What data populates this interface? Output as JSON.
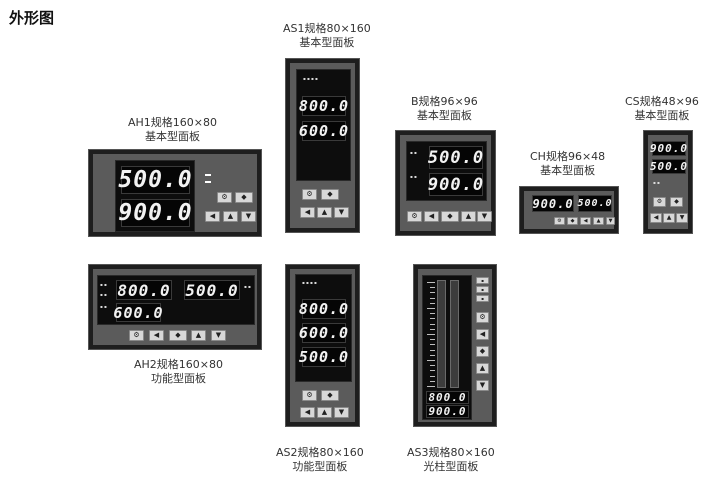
{
  "page": {
    "heading": "外形图"
  },
  "captions": {
    "ah1": {
      "line1": "AH1规格160×80",
      "line2": "基本型面板"
    },
    "as1": {
      "line1": "AS1规格80×160",
      "line2": "基本型面板"
    },
    "b": {
      "line1": "B规格96×96",
      "line2": "基本型面板"
    },
    "ch": {
      "line1": "CH规格96×48",
      "line2": "基本型面板"
    },
    "cs": {
      "line1": "CS规格48×96",
      "line2": "基本型面板"
    },
    "ah2": {
      "line1": "AH2规格160×80",
      "line2": "功能型面板"
    },
    "as2": {
      "line1": "AS2规格80×160",
      "line2": "功能型面板"
    },
    "as3": {
      "line1": "AS3规格80×160",
      "line2": "光柱型面板"
    }
  },
  "displays": {
    "ah1": [
      "500.0",
      "900.0"
    ],
    "as1": [
      "800.0",
      "600.0"
    ],
    "b": [
      "500.0",
      "900.0"
    ],
    "ch": [
      "900.0",
      "500.0"
    ],
    "cs": [
      "900.0",
      "500.0"
    ],
    "ah2": [
      "800.0",
      "500.0",
      "600.0"
    ],
    "as2": [
      "800.0",
      "600.0",
      "500.0"
    ],
    "as3": [
      "800.0",
      "900.0"
    ]
  },
  "colors": {
    "panel": "#1e1e1e",
    "face": "#5b5b5b",
    "display_text": "#f2f2f2",
    "button": "#d8d8d8"
  }
}
